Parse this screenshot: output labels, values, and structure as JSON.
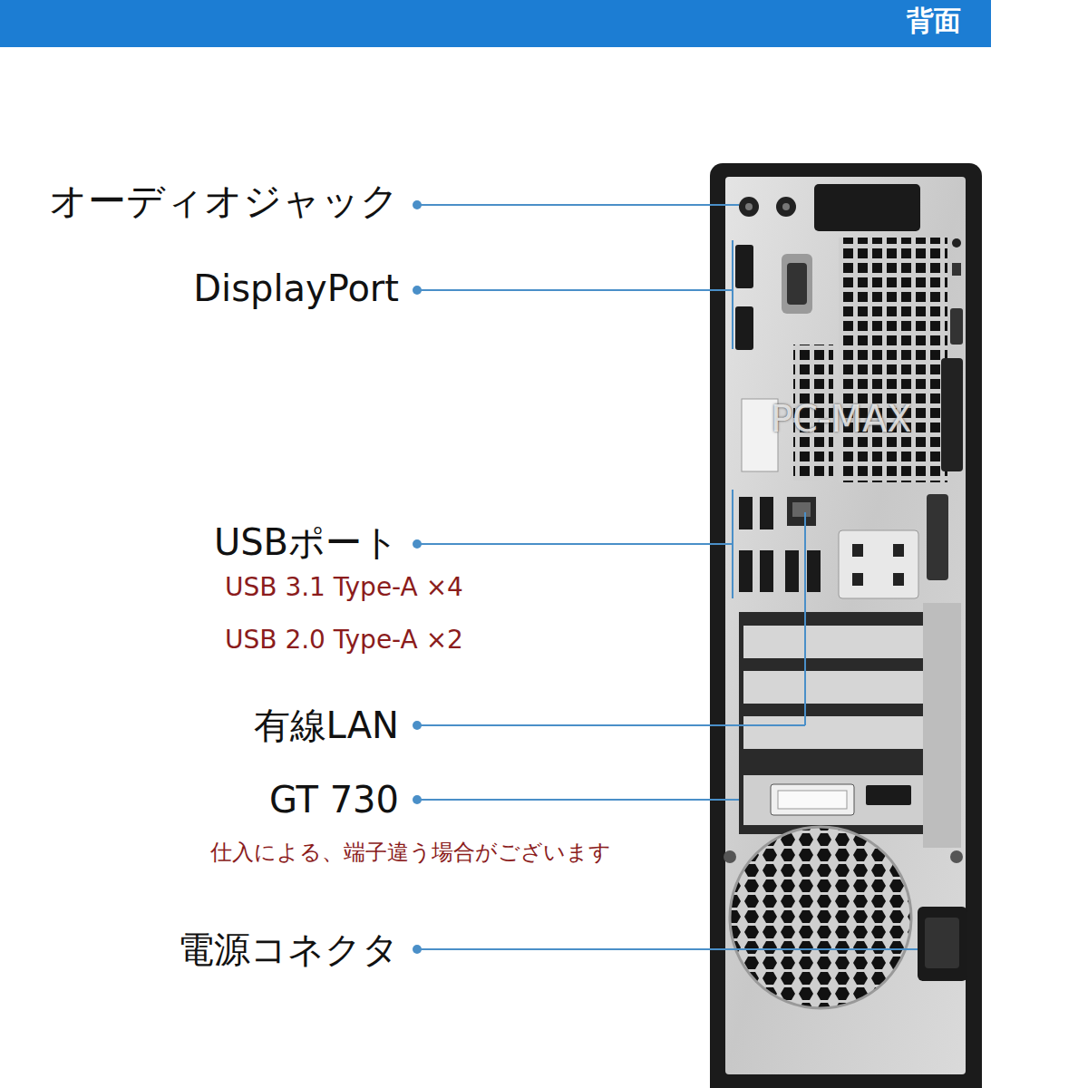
{
  "diagram": {
    "title": "背面",
    "labels": [
      "オーディオジャック",
      "DisplayPort",
      "USBポート",
      "USB 3.1 Type-A ×4",
      "USB 2.0 Type-A ×2",
      "有線LAN",
      "GT 730",
      "仕入による、端子違う場合がございます",
      "電源コネクタ",
      "PC-MAX"
    ]
  }
}
